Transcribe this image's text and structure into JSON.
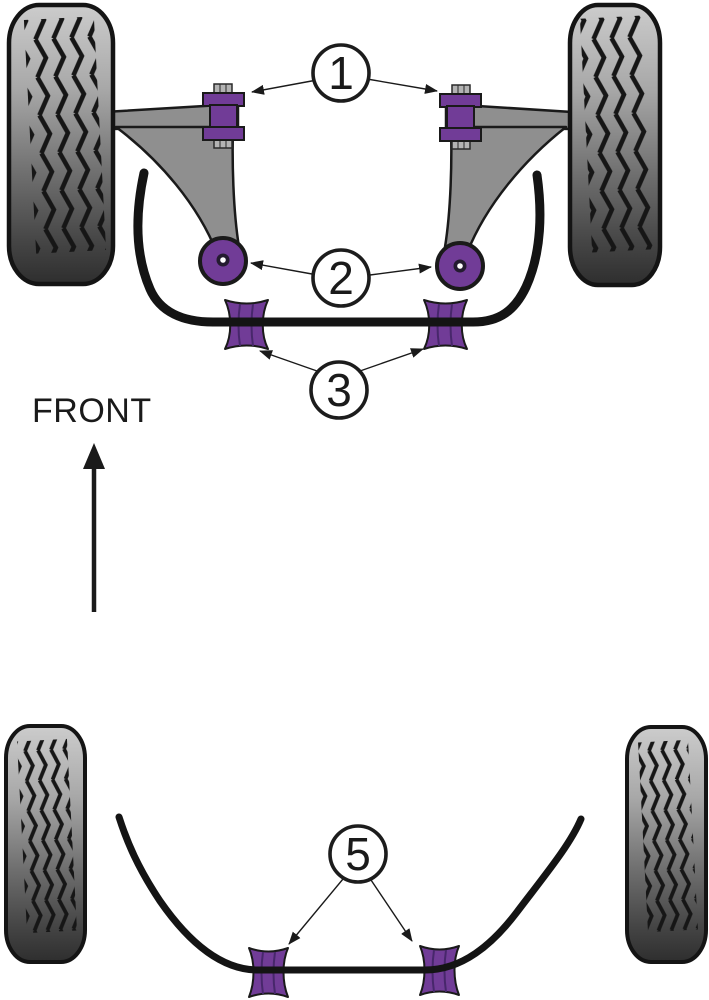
{
  "diagram": {
    "front_label": "FRONT",
    "callouts": [
      {
        "label": "1"
      },
      {
        "label": "2"
      },
      {
        "label": "3"
      },
      {
        "label": "5"
      }
    ]
  },
  "colors": {
    "bushing_purple": "#713C97",
    "arm_gray": "#8F8F8F",
    "line_black": "#1A1A1A"
  }
}
